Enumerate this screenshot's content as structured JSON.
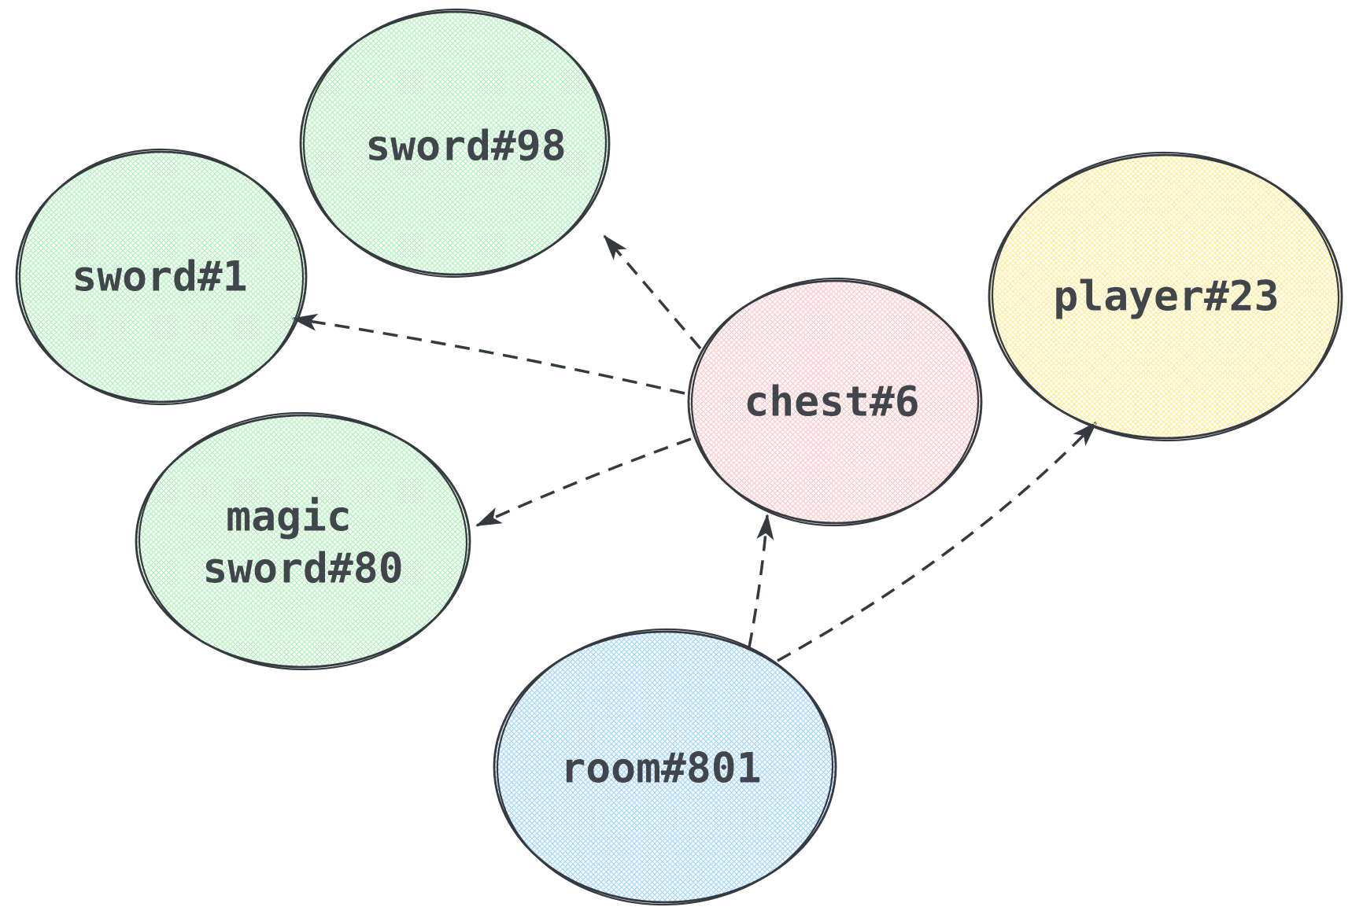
{
  "diagram": {
    "type": "object-graph-sketch",
    "canvas_background": "#ffffff",
    "palette": {
      "ink": "#343a40",
      "text": "#41464c",
      "green": "#b2f2bb",
      "pink": "#ffc9c9",
      "yellow": "#ffec99",
      "blue": "#a5d8ff"
    },
    "nodes": [
      {
        "id": "sword1",
        "label": "sword#1",
        "lines": [
          "sword#1"
        ],
        "color": "#b2f2bb",
        "fill_style": "cross-hatch",
        "shape": "ellipse"
      },
      {
        "id": "sword98",
        "label": "sword#98",
        "lines": [
          "sword#98"
        ],
        "color": "#b2f2bb",
        "fill_style": "cross-hatch",
        "shape": "ellipse"
      },
      {
        "id": "magic-sword80",
        "label": "magic sword#80",
        "lines": [
          "magic",
          "sword#80"
        ],
        "color": "#b2f2bb",
        "fill_style": "cross-hatch",
        "shape": "ellipse"
      },
      {
        "id": "chest6",
        "label": "chest#6",
        "lines": [
          "chest#6"
        ],
        "color": "#ffc9c9",
        "fill_style": "cross-hatch",
        "shape": "ellipse"
      },
      {
        "id": "player23",
        "label": "player#23",
        "lines": [
          "player#23"
        ],
        "color": "#ffec99",
        "fill_style": "cross-hatch",
        "shape": "ellipse"
      },
      {
        "id": "room801",
        "label": "room#801",
        "lines": [
          "room#801"
        ],
        "color": "#a5d8ff",
        "fill_style": "cross-hatch",
        "shape": "ellipse"
      }
    ],
    "edges": [
      {
        "from": "chest#6",
        "to": "sword#1",
        "style": "dashed",
        "arrowhead": "triangle"
      },
      {
        "from": "chest#6",
        "to": "sword#98",
        "style": "dashed",
        "arrowhead": "triangle"
      },
      {
        "from": "chest#6",
        "to": "magic sword#80",
        "style": "dashed",
        "arrowhead": "triangle"
      },
      {
        "from": "room#801",
        "to": "chest#6",
        "style": "dashed",
        "arrowhead": "triangle"
      },
      {
        "from": "room#801",
        "to": "player#23",
        "style": "dashed",
        "arrowhead": "triangle"
      }
    ]
  }
}
